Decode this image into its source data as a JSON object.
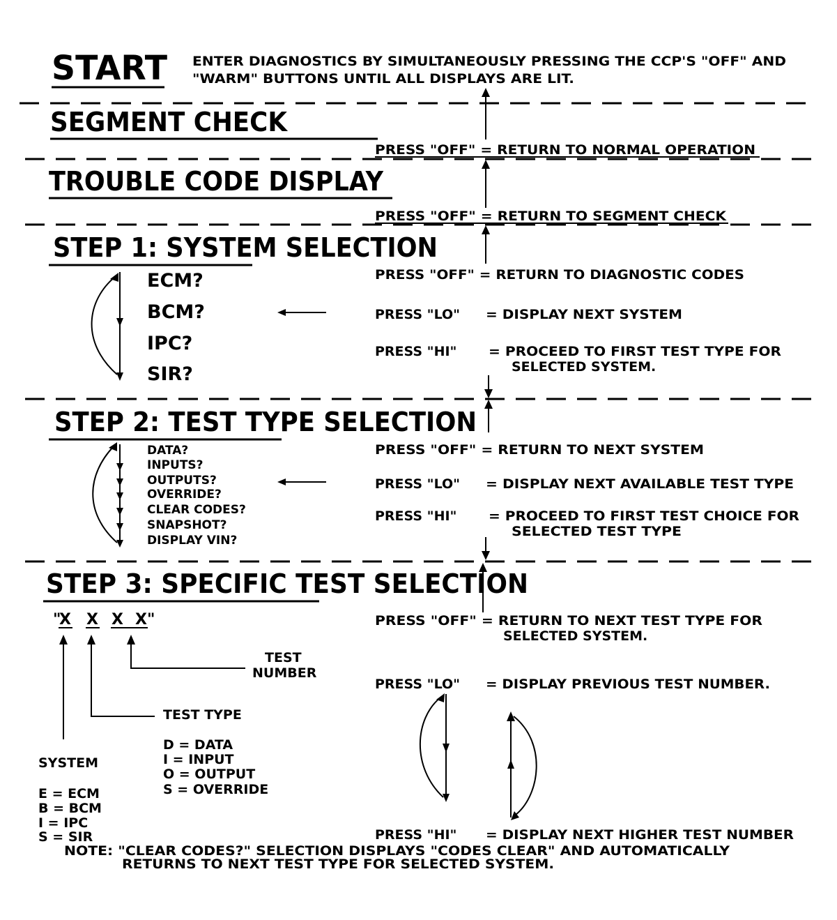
{
  "start": {
    "title": "START",
    "line1": "ENTER DIAGNOSTICS BY SIMULTANEOUSLY PRESSING THE CCP'S \"OFF\" AND",
    "line2": "\"WARM\" BUTTONS UNTIL ALL DISPLAYS ARE LIT."
  },
  "segment_check": {
    "title": "SEGMENT CHECK",
    "press_off": "PRESS \"OFF\" = RETURN TO NORMAL OPERATION"
  },
  "trouble_code": {
    "title": "TROUBLE CODE DISPLAY",
    "press_off": "PRESS \"OFF\" = RETURN TO SEGMENT CHECK"
  },
  "step1": {
    "title": "STEP 1: SYSTEM SELECTION",
    "items": [
      "ECM?",
      "BCM?",
      "IPC?",
      "SIR?"
    ],
    "press_off": "PRESS \"OFF\" = RETURN TO DIAGNOSTIC CODES",
    "press_lo_key": "PRESS \"LO\"",
    "press_lo_val": "= DISPLAY NEXT SYSTEM",
    "press_hi_key": "PRESS \"HI\"",
    "press_hi_val1": "= PROCEED TO FIRST TEST TYPE FOR",
    "press_hi_val2": "SELECTED SYSTEM."
  },
  "step2": {
    "title": "STEP 2: TEST TYPE SELECTION",
    "items": [
      "DATA?",
      "INPUTS?",
      "OUTPUTS?",
      "OVERRIDE?",
      "CLEAR CODES?",
      "SNAPSHOT?",
      "DISPLAY VIN?"
    ],
    "press_off": "PRESS \"OFF\" = RETURN TO NEXT SYSTEM",
    "press_lo_key": "PRESS \"LO\"",
    "press_lo_val": "= DISPLAY NEXT AVAILABLE TEST TYPE",
    "press_hi_key": "PRESS \"HI\"",
    "press_hi_val1": "= PROCEED TO FIRST TEST CHOICE FOR",
    "press_hi_val2": "SELECTED TEST TYPE"
  },
  "step3": {
    "title": "STEP 3: SPECIFIC TEST SELECTION",
    "code_open_quote": "\"",
    "code_chars": [
      "X",
      "X",
      "X",
      "X"
    ],
    "code_close_quote": "\"",
    "test_number_line1": "TEST",
    "test_number_line2": "NUMBER",
    "test_type_label": "TEST TYPE",
    "test_types": [
      "D = DATA",
      "I  = INPUT",
      "O = OUTPUT",
      "S = OVERRIDE"
    ],
    "system_label": "SYSTEM",
    "systems": [
      "E = ECM",
      "B = BCM",
      "I  = IPC",
      "S = SIR"
    ],
    "press_off_line1": "PRESS \"OFF\" = RETURN TO NEXT TEST TYPE FOR",
    "press_off_line2": "SELECTED SYSTEM.",
    "press_lo_key": "PRESS \"LO\"",
    "press_lo_val": "= DISPLAY PREVIOUS TEST NUMBER.",
    "press_hi_key": "PRESS \"HI\"",
    "press_hi_val": "= DISPLAY NEXT HIGHER TEST NUMBER",
    "note_line1": "NOTE:  \"CLEAR CODES?\" SELECTION DISPLAYS \"CODES CLEAR\" AND AUTOMATICALLY",
    "note_line2": "RETURNS TO NEXT TEST TYPE FOR SELECTED SYSTEM."
  }
}
